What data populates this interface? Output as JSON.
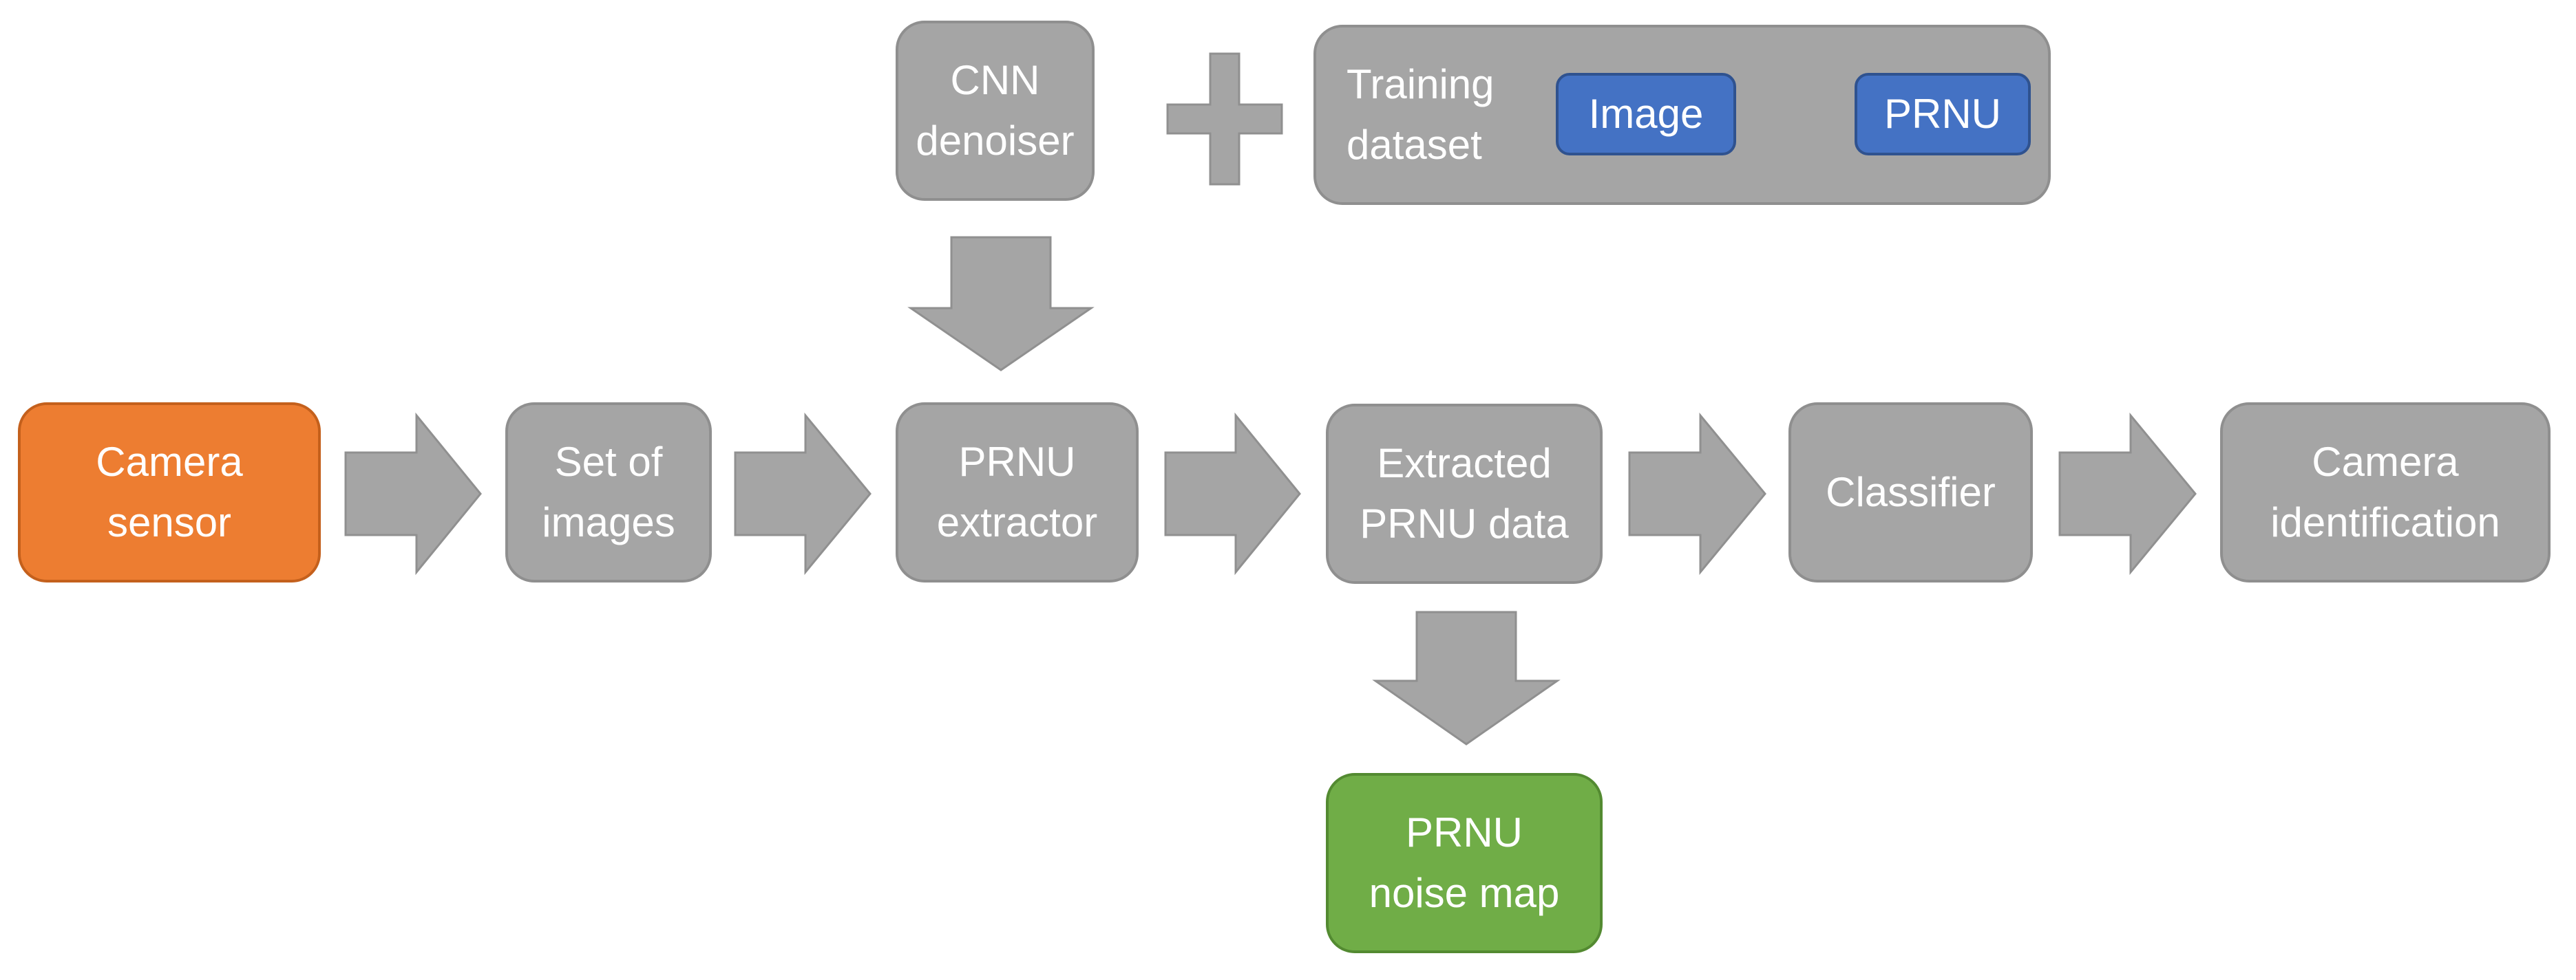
{
  "diagram": {
    "nodes": {
      "cnn_denoiser": "CNN\ndenoiser",
      "training_dataset": "Training\ndataset",
      "image": "Image",
      "prnu": "PRNU",
      "camera_sensor": "Camera\nsensor",
      "set_of_images": "Set of\nimages",
      "prnu_extractor": "PRNU\nextractor",
      "extracted_prnu_data": "Extracted\nPRNU data",
      "classifier": "Classifier",
      "camera_identification": "Camera\nidentification",
      "prnu_noise_map": "PRNU\nnoise map"
    },
    "colors": {
      "box_gray": "#a5a5a5",
      "source_orange": "#ed7d31",
      "output_green": "#70ad47",
      "dataset_blue": "#4472c4",
      "connector_gray": "#a5a5a5",
      "plus_blue": "#4472c4"
    }
  }
}
